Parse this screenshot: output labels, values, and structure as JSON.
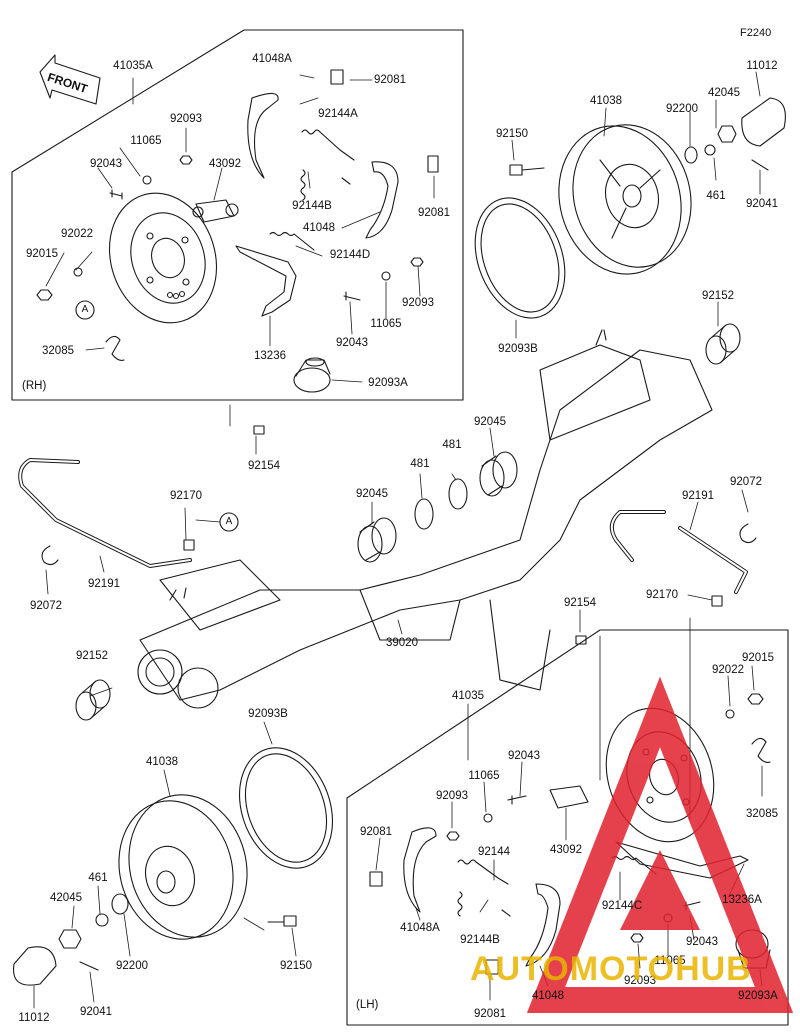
{
  "figure_number": "F2240",
  "front_label": "FRONT",
  "rh_label": "(RH)",
  "lh_label": "(LH)",
  "callout_letter": "A",
  "watermark": "AUTOMOTOHUB",
  "colors": {
    "line": "#1a1a1a",
    "watermark_red": "#e0212d",
    "watermark_grey": "#555555"
  },
  "labels": {
    "p41035A": "41035A",
    "p41048A_top": "41048A",
    "p92081_top1": "92081",
    "p92144A": "92144A",
    "p92093_top": "92093",
    "p11065_top": "11065",
    "p92043_top": "92043",
    "p43092_top": "43092",
    "p92144B_top": "92144B",
    "p92081_top2": "92081",
    "p41048_top": "41048",
    "p92022_top": "92022",
    "p92015_top": "92015",
    "p92144D": "92144D",
    "p92093_top2": "92093",
    "p11065_top2": "11065",
    "p92043_top2": "92043",
    "p13236": "13236",
    "p32085_top": "32085",
    "p92093A_top": "92093A",
    "p92154_top": "92154",
    "p41038_top": "41038",
    "p92200_top": "92200",
    "p42045_top": "42045",
    "p11012_top": "11012",
    "p92150_top": "92150",
    "p461_top": "461",
    "p92041_top": "92041",
    "p92093B_top": "92093B",
    "p92152_top": "92152",
    "p92045_mid": "92045",
    "p481_a": "481",
    "p481_b": "481",
    "p92045_left": "92045",
    "p92170_left": "92170",
    "p92191_left": "92191",
    "p92072_left": "92072",
    "p92152_left": "92152",
    "p39020": "39020",
    "p92072_right": "92072",
    "p92191_right": "92191",
    "p92170_right": "92170",
    "p92154_right": "92154",
    "p41035": "41035",
    "p92015_bot": "92015",
    "p92022_bot": "92022",
    "p92043_bot": "92043",
    "p11065_bot": "11065",
    "p92093_bot": "92093",
    "p92081_bot1": "92081",
    "p92144": "92144",
    "p43092_bot": "43092",
    "p32085_bot": "32085",
    "p41048A_bot": "41048A",
    "p92144C": "92144C",
    "p13236A": "13236A",
    "p92144B_bot": "92144B",
    "p92043_bot2": "92043",
    "p92093_bot2": "92093",
    "p11065_bot2": "11065",
    "p92081_bot2": "92081",
    "p41048_bot": "41048",
    "p92093A_bot": "92093A",
    "p92093B_bot": "92093B",
    "p41038_bot": "41038",
    "p461_bot": "461",
    "p42045_bot": "42045",
    "p92200_bot": "92200",
    "p92150_bot": "92150",
    "p11012_bot": "11012",
    "p92041_bot": "92041"
  }
}
